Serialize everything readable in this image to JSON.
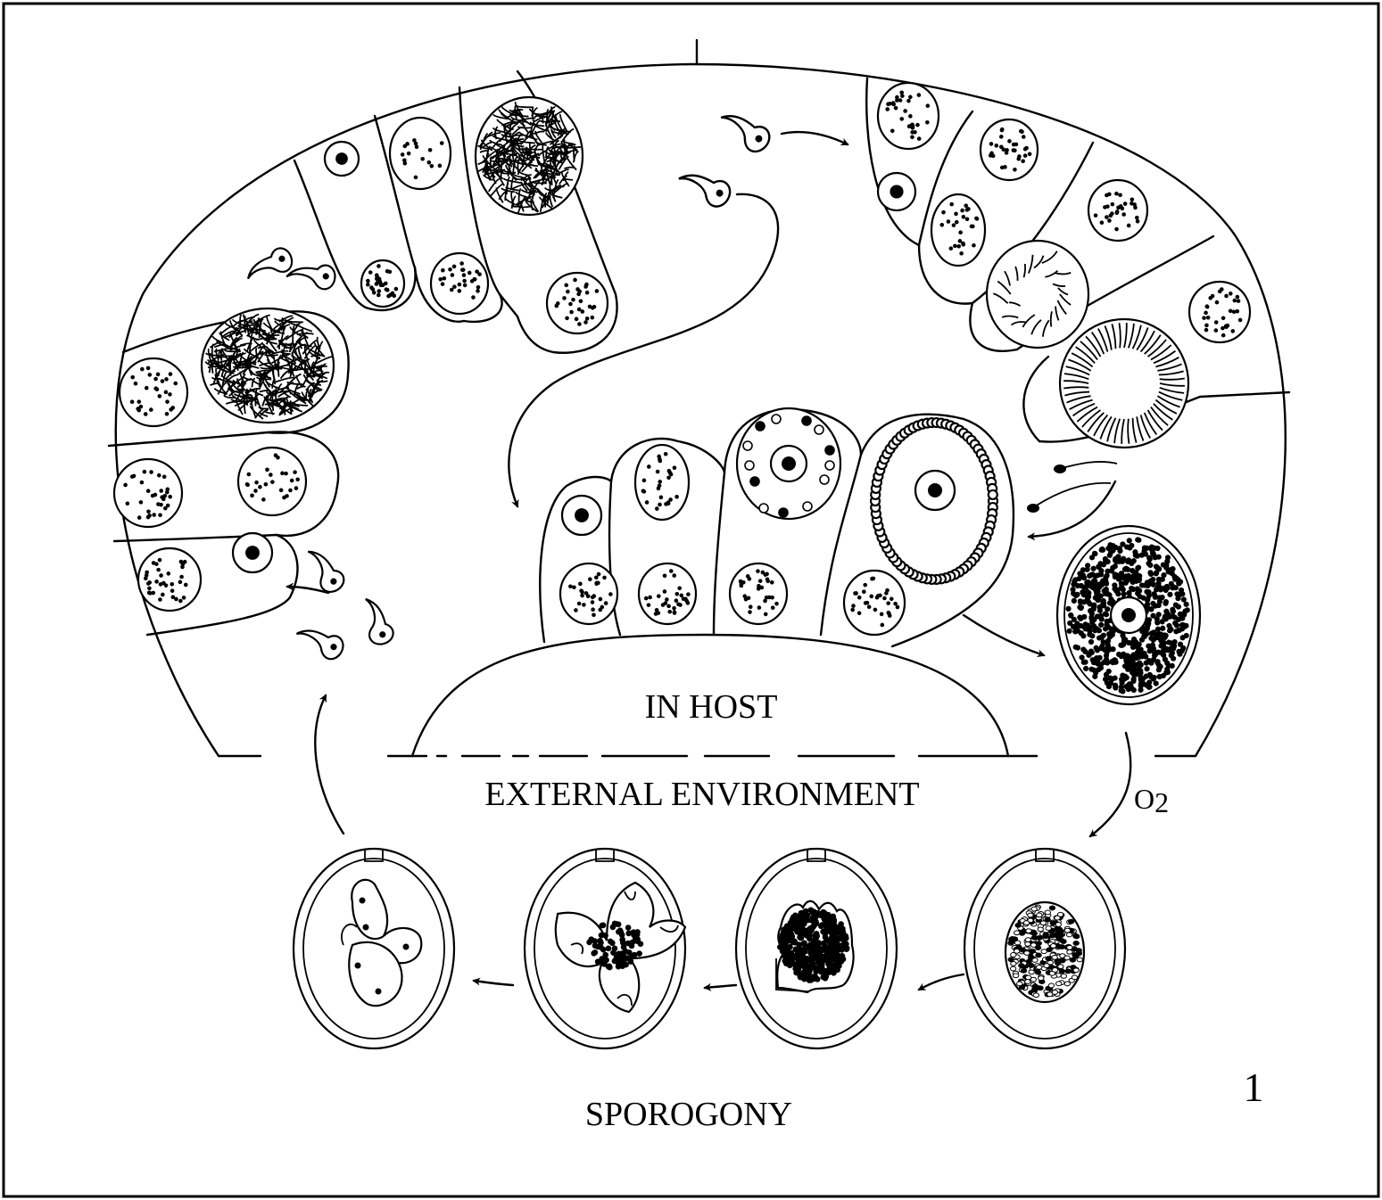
{
  "labels": {
    "in_host": "IN HOST",
    "external_environment": "EXTERNAL ENVIRONMENT",
    "sporogony": "SPOROGONY",
    "oxygen_main": "O",
    "oxygen_sub": "2",
    "figure_number": "1"
  },
  "colors": {
    "ink": "#000000",
    "paper": "#ffffff"
  }
}
